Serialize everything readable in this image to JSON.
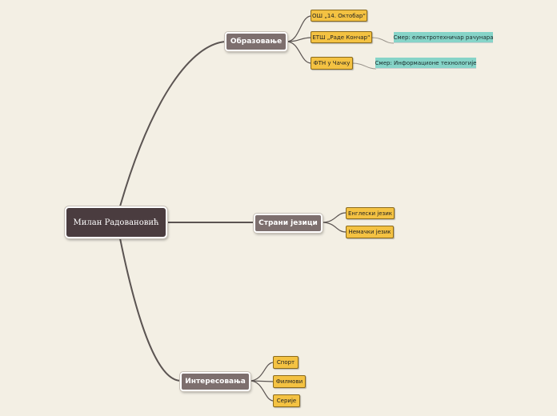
{
  "root": "Милан Радовановић",
  "branches": {
    "education": {
      "label": "Образовање",
      "items": [
        "ОШ „14. Октобар“",
        "ЕТШ „Раде Кончар“",
        "ФТН у Чачку"
      ],
      "notes": [
        "Смер: електротехничар рачунара",
        "Смер: Информационе технологије"
      ]
    },
    "languages": {
      "label": "Страни језици",
      "items": [
        "Енглески језик",
        "Немачки језик"
      ]
    },
    "interests": {
      "label": "Интересовања",
      "items": [
        "Спорт",
        "Филмови",
        "Серије"
      ]
    }
  },
  "colors": {
    "background": "#f3efe4",
    "root": "#4a3c3f",
    "branch": "#7d6f6e",
    "leaf": "#f4c242",
    "note": "#86d4c8",
    "connector": "#5b5452"
  }
}
